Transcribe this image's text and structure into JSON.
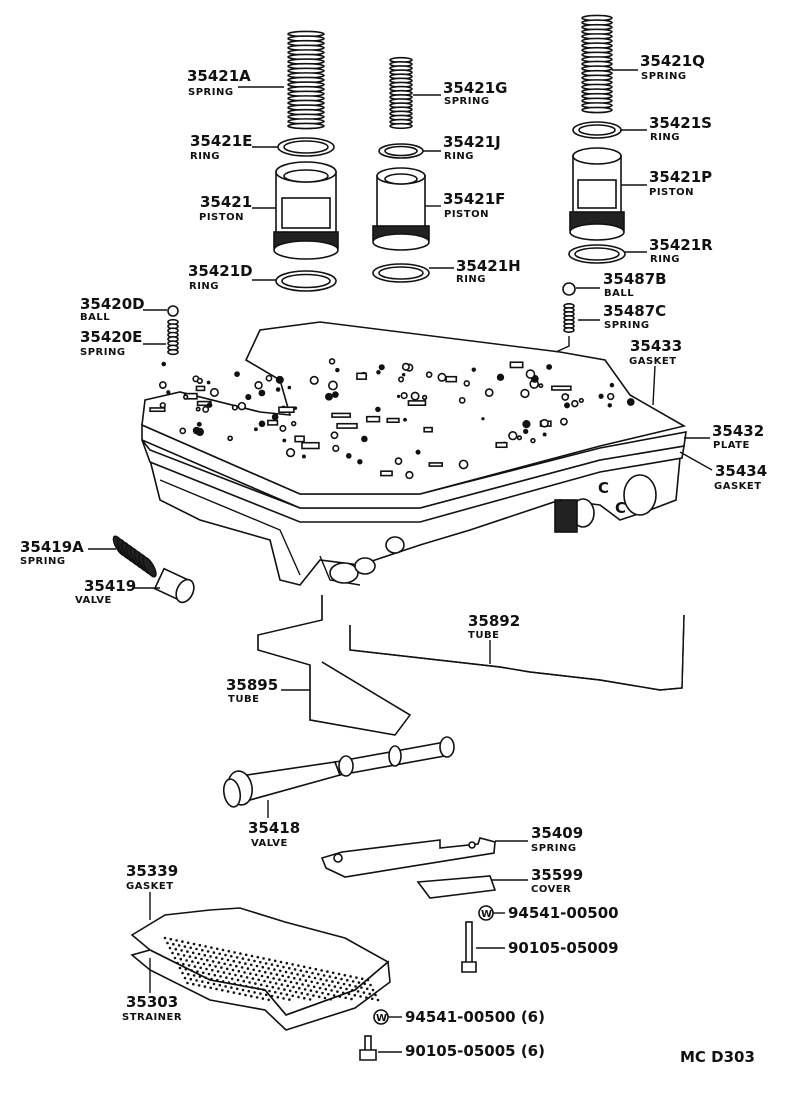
{
  "diagram": {
    "callouts": [
      {
        "id": "35421A",
        "number": "35421A",
        "desc": "SPRING"
      },
      {
        "id": "35421E",
        "number": "35421E",
        "desc": "RING"
      },
      {
        "id": "35421",
        "number": "35421",
        "desc": "PISTON"
      },
      {
        "id": "35421D",
        "number": "35421D",
        "desc": "RING"
      },
      {
        "id": "35421G",
        "number": "35421G",
        "desc": "SPRING"
      },
      {
        "id": "35421J",
        "number": "35421J",
        "desc": "RING"
      },
      {
        "id": "35421F",
        "number": "35421F",
        "desc": "PISTON"
      },
      {
        "id": "35421H",
        "number": "35421H",
        "desc": "RING"
      },
      {
        "id": "35421Q",
        "number": "35421Q",
        "desc": "SPRING"
      },
      {
        "id": "35421S",
        "number": "35421S",
        "desc": "RING"
      },
      {
        "id": "35421P",
        "number": "35421P",
        "desc": "PISTON"
      },
      {
        "id": "35421R",
        "number": "35421R",
        "desc": "RING"
      },
      {
        "id": "35487B",
        "number": "35487B",
        "desc": "BALL"
      },
      {
        "id": "35487C",
        "number": "35487C",
        "desc": "SPRING"
      },
      {
        "id": "35420D",
        "number": "35420D",
        "desc": "BALL"
      },
      {
        "id": "35420E",
        "number": "35420E",
        "desc": "SPRING"
      },
      {
        "id": "35433",
        "number": "35433",
        "desc": "GASKET"
      },
      {
        "id": "35432",
        "number": "35432",
        "desc": "PLATE"
      },
      {
        "id": "35434",
        "number": "35434",
        "desc": "GASKET"
      },
      {
        "id": "35419A",
        "number": "35419A",
        "desc": "SPRING"
      },
      {
        "id": "35419",
        "number": "35419",
        "desc": "VALVE"
      },
      {
        "id": "35892",
        "number": "35892",
        "desc": "TUBE"
      },
      {
        "id": "35895",
        "number": "35895",
        "desc": "TUBE"
      },
      {
        "id": "35418",
        "number": "35418",
        "desc": "VALVE"
      },
      {
        "id": "35409",
        "number": "35409",
        "desc": "SPRING"
      },
      {
        "id": "35599",
        "number": "35599",
        "desc": "COVER"
      },
      {
        "id": "35339",
        "number": "35339",
        "desc": "GASKET"
      },
      {
        "id": "35303",
        "number": "35303",
        "desc": "STRAINER"
      }
    ],
    "fasteners": [
      {
        "id": "w1",
        "text": "94541-00500",
        "marker": "W"
      },
      {
        "id": "b1",
        "text": "90105-05009"
      },
      {
        "id": "w2",
        "text": "94541-00500 (6)",
        "marker": "W"
      },
      {
        "id": "b2",
        "text": "90105-05005 (6)"
      }
    ],
    "code": "MC D303",
    "edge_letters": [
      "C",
      "C"
    ]
  }
}
